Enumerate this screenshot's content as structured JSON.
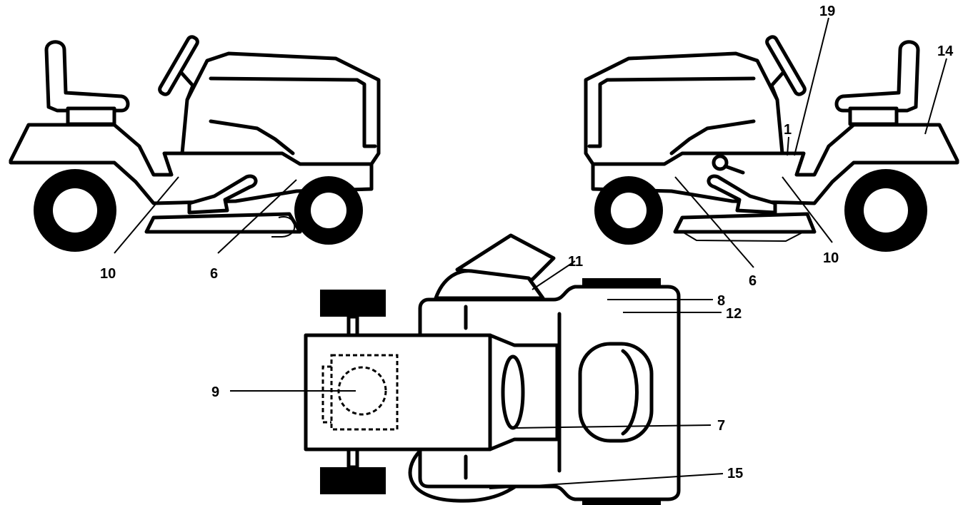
{
  "callouts": {
    "left_view": {
      "label_10": "10",
      "label_6": "6"
    },
    "right_view": {
      "label_19": "19",
      "label_14": "14",
      "label_1": "1",
      "label_6": "6",
      "label_10": "10"
    },
    "top_view": {
      "label_11": "11",
      "label_8": "8",
      "label_12": "12",
      "label_9": "9",
      "label_7": "7",
      "label_15": "15"
    }
  },
  "colors": {
    "ink": "#000000",
    "paper": "#ffffff"
  }
}
